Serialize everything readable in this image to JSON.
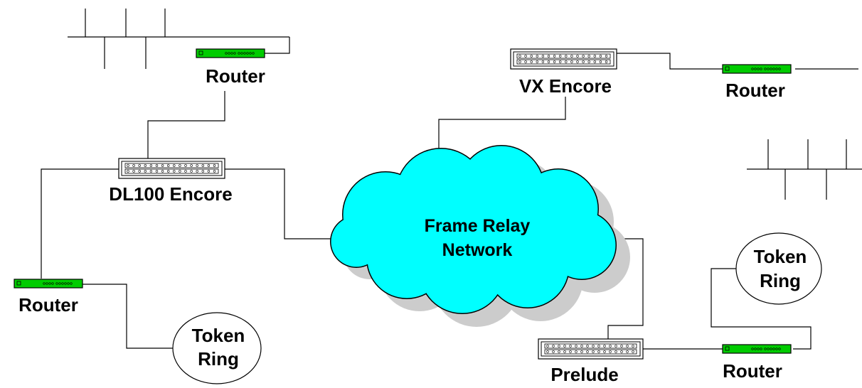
{
  "diagram": {
    "cloud_label_line1": "Frame Relay",
    "cloud_label_line2": "Network",
    "devices": {
      "router_top_left": "Router",
      "router_top_right": "Router",
      "router_left": "Router",
      "router_bottom_right": "Router",
      "dl100_encore": "DL100 Encore",
      "vx_encore": "VX Encore",
      "prelude": "Prelude"
    },
    "token_ring_left": {
      "line1": "Token",
      "line2": "Ring"
    },
    "token_ring_right": {
      "line1": "Token",
      "line2": "Ring"
    }
  },
  "colors": {
    "cloud_fill": "#00ffff",
    "cloud_shadow": "#cccccc",
    "router_fill": "#00cc00",
    "line": "#000000"
  },
  "icons": [
    "router-icon",
    "patch-panel-icon",
    "cloud-icon",
    "token-ring-icon",
    "lan-bus-icon"
  ]
}
